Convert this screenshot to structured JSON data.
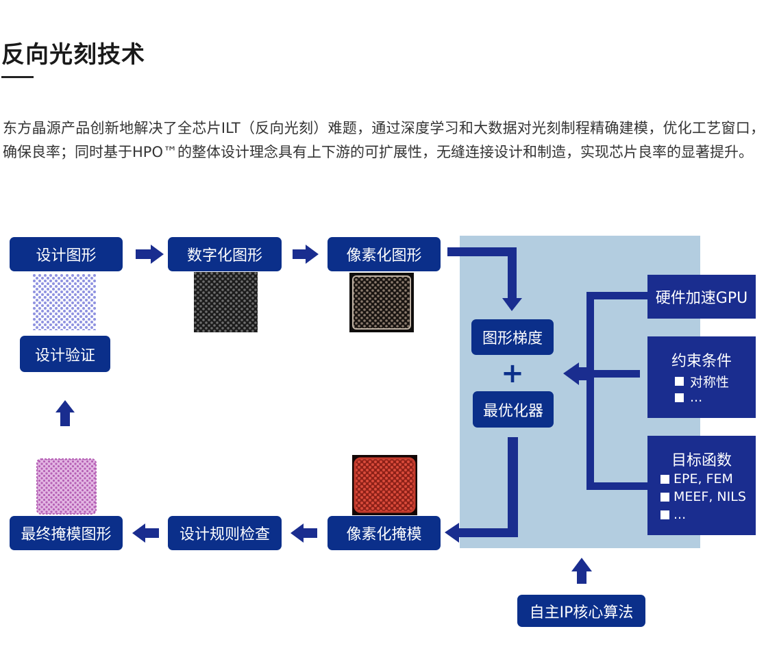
{
  "header": {
    "title": "反向光刻技术",
    "intro": "东方晶源产品创新地解决了全芯片ILT（反向光刻）难题，通过深度学习和大数据对光刻制程精确建模，优化工艺窗口，确保良率；同时基于HPO™的整体设计理念具有上下游的可扩展性，无缝连接设计和制造，实现芯片良率的显著提升。"
  },
  "flow": {
    "design_pattern": "设计图形",
    "digitized_pattern": "数字化图形",
    "pixelated_pattern": "像素化图形",
    "design_verification": "设计验证",
    "final_mask_pattern": "最终掩模图形",
    "design_rule_check": "设计规则检查",
    "pixelated_mask": "像素化掩模"
  },
  "optimizer": {
    "gradient": "图形梯度",
    "plus": "+",
    "optimizer": "最优化器"
  },
  "side_boxes": {
    "gpu": "硬件加速GPU",
    "constraints": {
      "title": "约束条件",
      "items": [
        "对称性",
        "..."
      ]
    },
    "objective": {
      "title": "目标函数",
      "items": [
        "EPE, FEM",
        "MEEF, NILS",
        "..."
      ]
    }
  },
  "core_ip": "自主IP核心算法",
  "colors": {
    "box_navy": "#0b2f8a",
    "arrow_navy": "#1a2d8f",
    "panel_blue": "#b3cde0",
    "design_dots": "#8f92e0",
    "mask_red": "#c23a2c",
    "final_mask_pink": "#c97ec9"
  }
}
